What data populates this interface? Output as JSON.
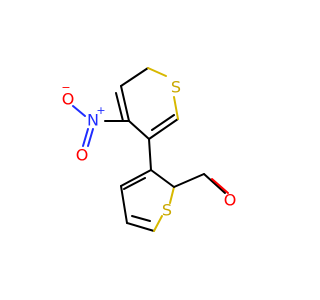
{
  "molecule": {
    "atoms": {
      "s_upper": {
        "symbol": "S",
        "color": "#c9a800"
      },
      "s_lower": {
        "symbol": "S",
        "color": "#c9a800"
      },
      "n_nitro": {
        "symbol": "N",
        "color": "#1f2cff",
        "charge": "+"
      },
      "o_nitro_minus": {
        "symbol": "O",
        "color": "#ff0000",
        "charge": "−"
      },
      "o_nitro_double": {
        "symbol": "O",
        "color": "#ff0000"
      },
      "o_aldehyde": {
        "symbol": "O",
        "color": "#ff0000"
      }
    }
  }
}
